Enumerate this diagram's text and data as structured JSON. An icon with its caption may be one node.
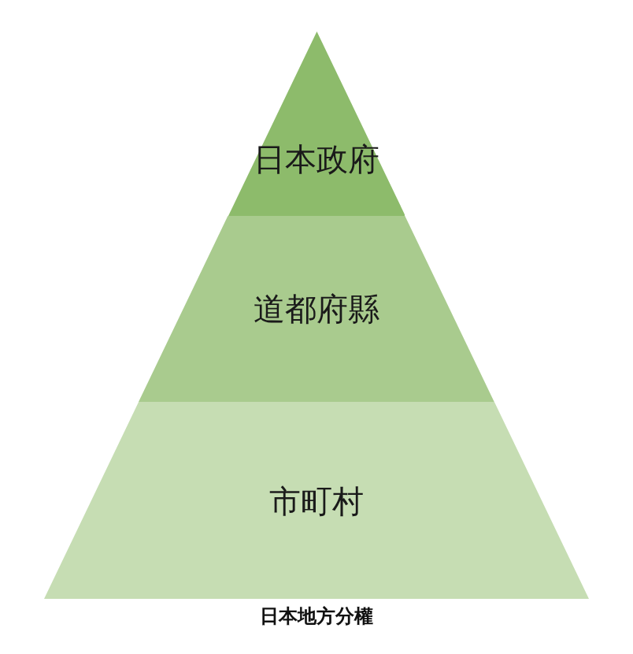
{
  "diagram": {
    "caption": "日本地方分權",
    "nodes": [
      {
        "text": [
          "日本政府"
        ]
      },
      {
        "text": [
          "道都府縣"
        ]
      },
      {
        "text": [
          "市町村"
        ]
      }
    ]
  }
}
